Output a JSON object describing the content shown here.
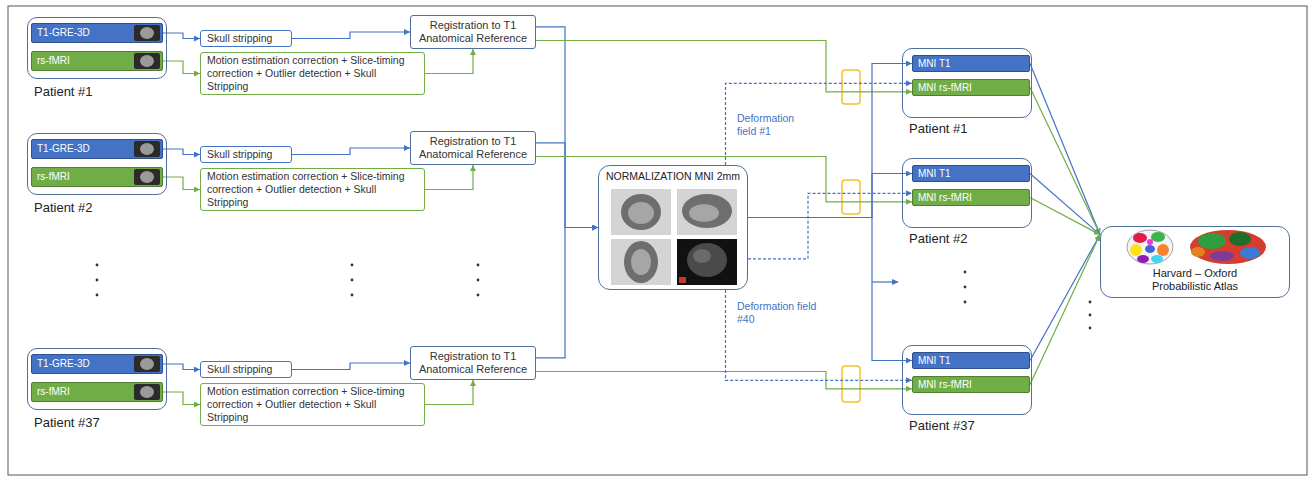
{
  "diagram": {
    "nodes": [
      {
        "text": [
          "Patient #1"
        ]
      },
      {
        "text": [
          "T1-GRE-3D"
        ],
        "in": 0
      },
      {
        "text": [
          "rs-fMRI"
        ],
        "in": 0
      },
      {
        "text": [
          "Skull stripping"
        ]
      },
      {
        "text": [
          "Motion estimation correction + Slice-timing correction + Outlier detection + Skull Stripping"
        ]
      },
      {
        "text": [
          "Registration to T1 Anatomical Reference"
        ]
      },
      {
        "text": [
          "Patient #2"
        ]
      },
      {
        "text": [
          "T1-GRE-3D"
        ],
        "in": 6
      },
      {
        "text": [
          "rs-fMRI"
        ],
        "in": 6
      },
      {
        "text": [
          "Skull stripping"
        ]
      },
      {
        "text": [
          "Motion estimation correction + Slice-timing correction + Outlier detection + Skull Stripping"
        ]
      },
      {
        "text": [
          "Registration to T1 Anatomical Reference"
        ]
      },
      {
        "text": [
          "Patient #37"
        ]
      },
      {
        "text": [
          "T1-GRE-3D"
        ],
        "in": 12
      },
      {
        "text": [
          "rs-fMRI"
        ],
        "in": 12
      },
      {
        "text": [
          "Skull stripping"
        ]
      },
      {
        "text": [
          "Motion estimation correction + Slice-timing correction + Outlier detection + Skull Stripping"
        ]
      },
      {
        "text": [
          "Registration to T1 Anatomical Reference"
        ]
      },
      {
        "text": [
          "NORMALIZATION MNI 2mm"
        ]
      },
      {
        "text": [
          "Patient #1"
        ]
      },
      {
        "text": [
          "MNI T1"
        ],
        "in": 19
      },
      {
        "text": [
          "MNI rs-fMRI"
        ],
        "in": 19
      },
      {
        "text": [
          "Patient #2"
        ]
      },
      {
        "text": [
          "MNI T1"
        ],
        "in": 22
      },
      {
        "text": [
          "MNI rs-fMRI"
        ],
        "in": 22
      },
      {
        "text": [
          "Patient #37"
        ]
      },
      {
        "text": [
          "MNI T1"
        ],
        "in": 25
      },
      {
        "text": [
          "MNI rs-fMRI"
        ],
        "in": 25
      },
      {
        "text": [
          "Harvard – Oxford Probabilistic Atlas"
        ]
      }
    ],
    "edges": [
      {
        "from": 1,
        "to": 3,
        "arrow": "to"
      },
      {
        "from": 2,
        "to": 4,
        "arrow": "to"
      },
      {
        "from": 3,
        "to": 5,
        "arrow": "to"
      },
      {
        "from": 4,
        "to": 5,
        "arrow": "to"
      },
      {
        "from": 5,
        "to": 18,
        "arrow": "to"
      },
      {
        "from": 5,
        "to": 21,
        "arrow": "to"
      },
      {
        "from": 7,
        "to": 9,
        "arrow": "to"
      },
      {
        "from": 8,
        "to": 10,
        "arrow": "to"
      },
      {
        "from": 9,
        "to": 11,
        "arrow": "to"
      },
      {
        "from": 10,
        "to": 11,
        "arrow": "to"
      },
      {
        "from": 11,
        "to": 18,
        "arrow": "to"
      },
      {
        "from": 11,
        "to": 24,
        "arrow": "to"
      },
      {
        "from": 13,
        "to": 15,
        "arrow": "to"
      },
      {
        "from": 14,
        "to": 16,
        "arrow": "to"
      },
      {
        "from": 15,
        "to": 17,
        "arrow": "to"
      },
      {
        "from": 16,
        "to": 17,
        "arrow": "to"
      },
      {
        "from": 17,
        "to": 18,
        "arrow": "to"
      },
      {
        "from": 17,
        "to": 27,
        "arrow": "to"
      },
      {
        "from": 18,
        "to": 20,
        "arrow": "to"
      },
      {
        "from": 18,
        "to": 21,
        "label": "Deformation field #1",
        "arrow": "to"
      },
      {
        "from": 20,
        "to": 28,
        "arrow": "to"
      },
      {
        "from": 21,
        "to": 28,
        "arrow": "to"
      },
      {
        "from": 18,
        "to": 23,
        "arrow": "to"
      },
      {
        "from": 18,
        "to": 24,
        "arrow": "to"
      },
      {
        "from": 23,
        "to": 28,
        "arrow": "to"
      },
      {
        "from": 24,
        "to": 28,
        "arrow": "to"
      },
      {
        "from": 18,
        "to": 26,
        "arrow": "to"
      },
      {
        "from": 18,
        "to": 27,
        "label": "Deformation field #40",
        "arrow": "to"
      },
      {
        "from": 26,
        "to": 28,
        "arrow": "to"
      },
      {
        "from": 27,
        "to": 28,
        "arrow": "to"
      }
    ]
  }
}
